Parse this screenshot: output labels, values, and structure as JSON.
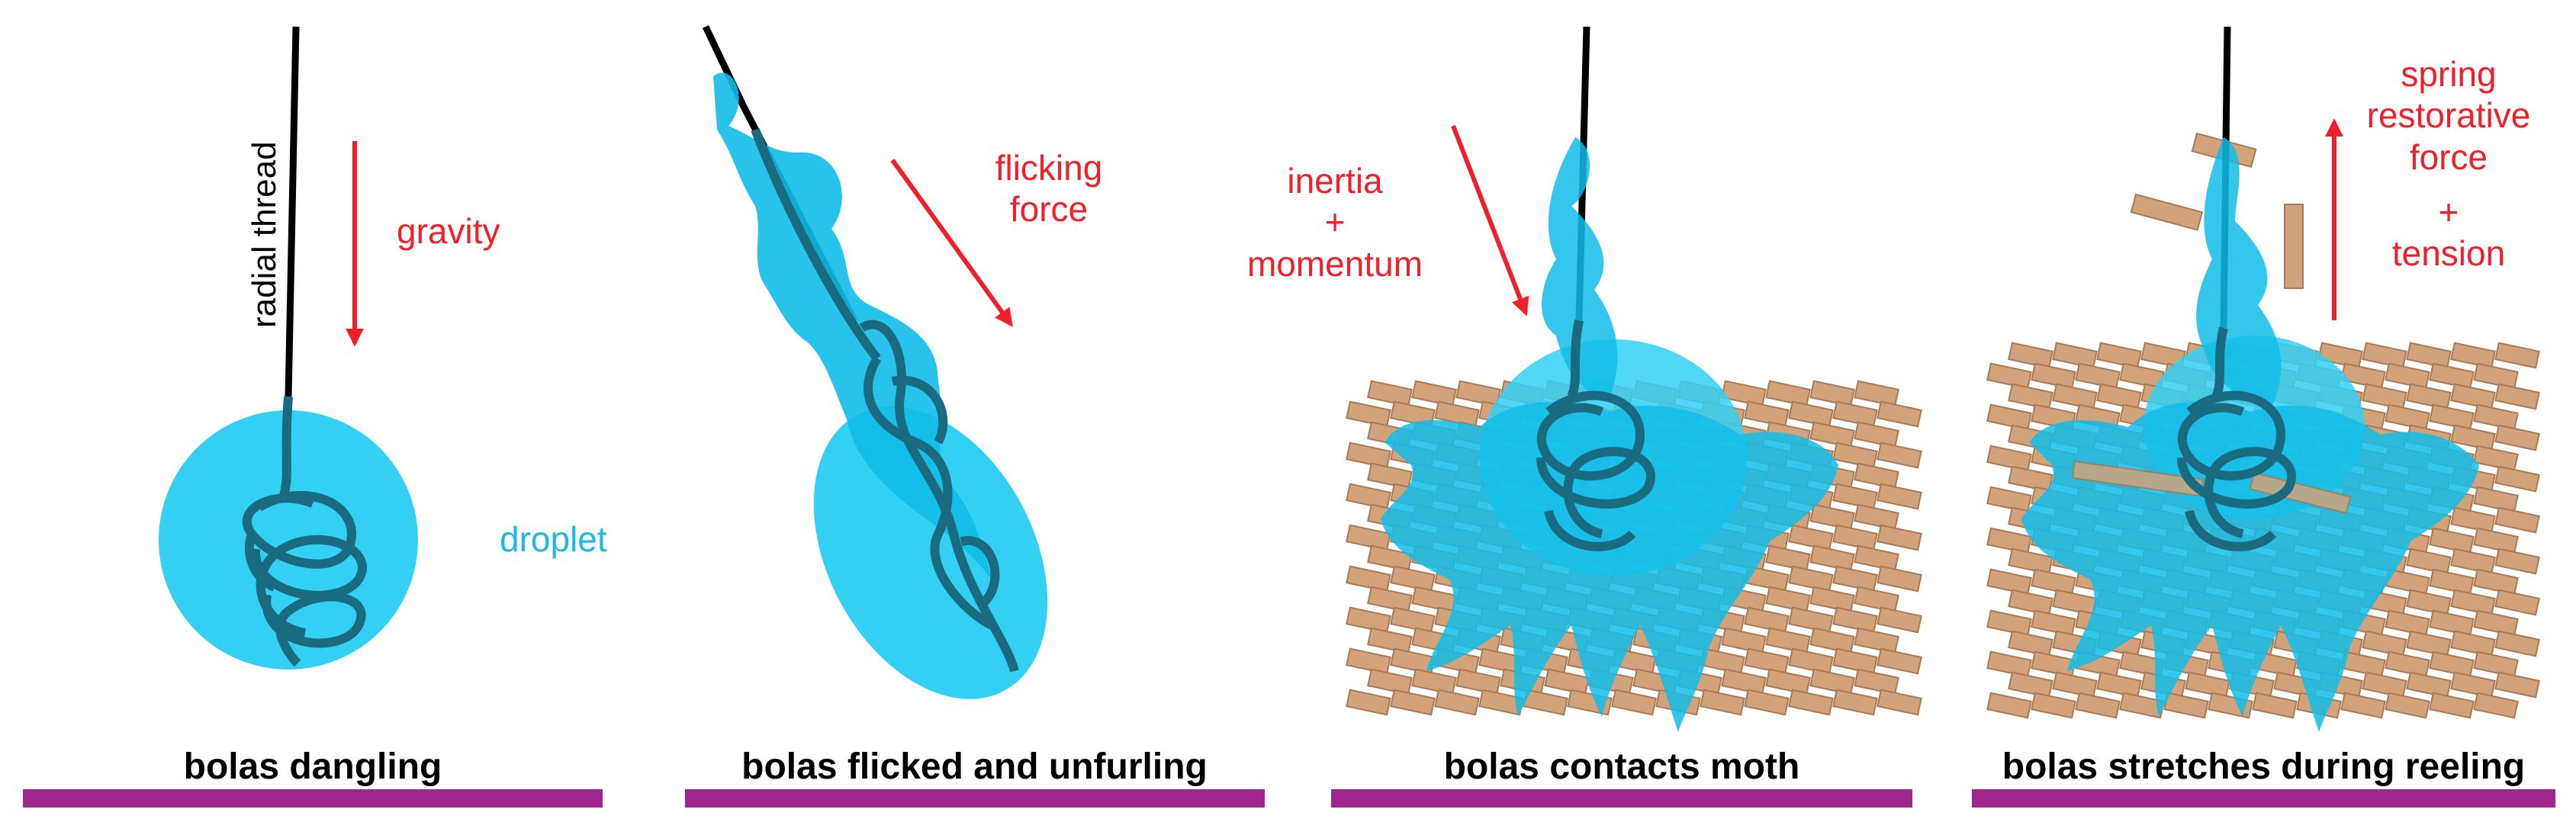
{
  "panels": [
    {
      "title": "bolas dangling",
      "labels": {
        "thread": "radial thread",
        "force": "gravity",
        "droplet": "droplet"
      }
    },
    {
      "title": "bolas flicked and unfurling",
      "labels": {
        "force_line1": "flicking",
        "force_line2": "force"
      }
    },
    {
      "title": "bolas contacts moth",
      "labels": {
        "line1": "inertia",
        "line2": "+",
        "line3": "momentum"
      }
    },
    {
      "title": "bolas stretches during reeling",
      "labels": {
        "line1": "spring",
        "line2": "restorative",
        "line3": "force",
        "line4": "+",
        "line5": "tension"
      }
    }
  ],
  "colors": {
    "arrow": "#f0202a",
    "droplet": "#33d0f4",
    "glue": "#10bde8",
    "coil": "#1a6a80",
    "thread": "#000000",
    "scale": "#d2a27a",
    "scale_edge": "#a87a55",
    "baseline": "#a0258d"
  }
}
